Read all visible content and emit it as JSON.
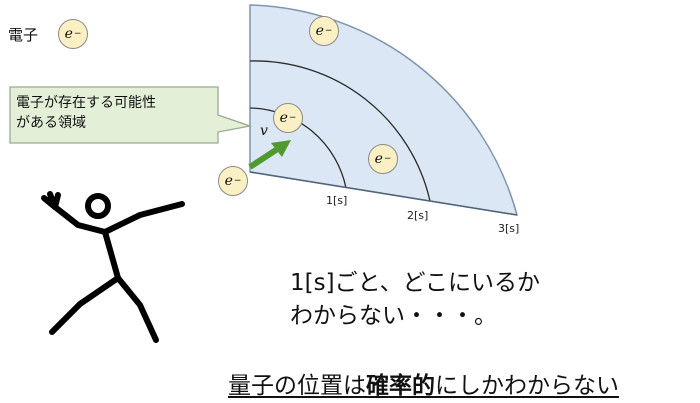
{
  "legend": {
    "label": "電子"
  },
  "electron_symbol": {
    "base": "e",
    "sup": "−"
  },
  "callout": {
    "line1": "電子が存在する可能性",
    "line2": "がある領域"
  },
  "velocity_label": "v",
  "time_marks": [
    "1[s]",
    "2[s]",
    "3[s]"
  ],
  "message": {
    "line1": "1[s]ごと、どこにいるか",
    "line2": "わからない・・・。"
  },
  "conclusion": {
    "part1": "量子の位置は",
    "bold": "確率的",
    "part2": "にしかわからない"
  },
  "colors": {
    "region_fill": "#dbe7f4",
    "region_stroke": "#7f95ad",
    "electron_fill": "#fbf0c3",
    "arrow": "#4f9a2f",
    "callout_fill": "#e4efd8",
    "callout_stroke": "#9aaa8f"
  },
  "icons": [
    "electron-icon",
    "running-person-icon",
    "velocity-arrow-icon"
  ]
}
